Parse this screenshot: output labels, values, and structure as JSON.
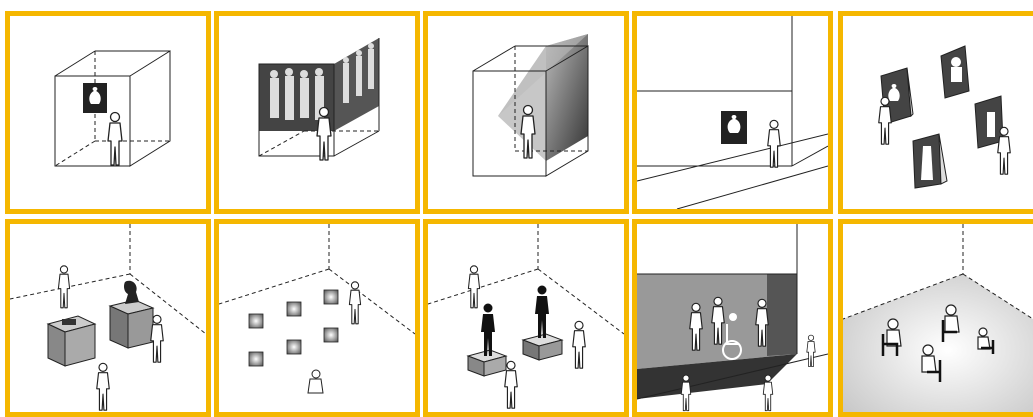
{
  "colors": {
    "panel_border": "#f5b700",
    "background": "#ffffff",
    "line": "#222222"
  },
  "panels": [
    {
      "id": 1,
      "icon": "cube-room-with-framed-vase-icon"
    },
    {
      "id": 2,
      "icon": "room-with-silhouette-murals-icon"
    },
    {
      "id": 3,
      "icon": "room-with-projection-cone-icon"
    },
    {
      "id": 4,
      "icon": "building-facade-with-framed-vase-icon"
    },
    {
      "id": 5,
      "icon": "standing-panels-with-images-icon"
    },
    {
      "id": 6,
      "icon": "plinths-with-sculpture-icon"
    },
    {
      "id": 7,
      "icon": "grid-of-small-cubes-icon"
    },
    {
      "id": 8,
      "icon": "figures-on-pedestals-icon"
    },
    {
      "id": 9,
      "icon": "street-stage-with-people-icon"
    },
    {
      "id": 10,
      "icon": "lit-room-with-seated-people-icon"
    }
  ]
}
